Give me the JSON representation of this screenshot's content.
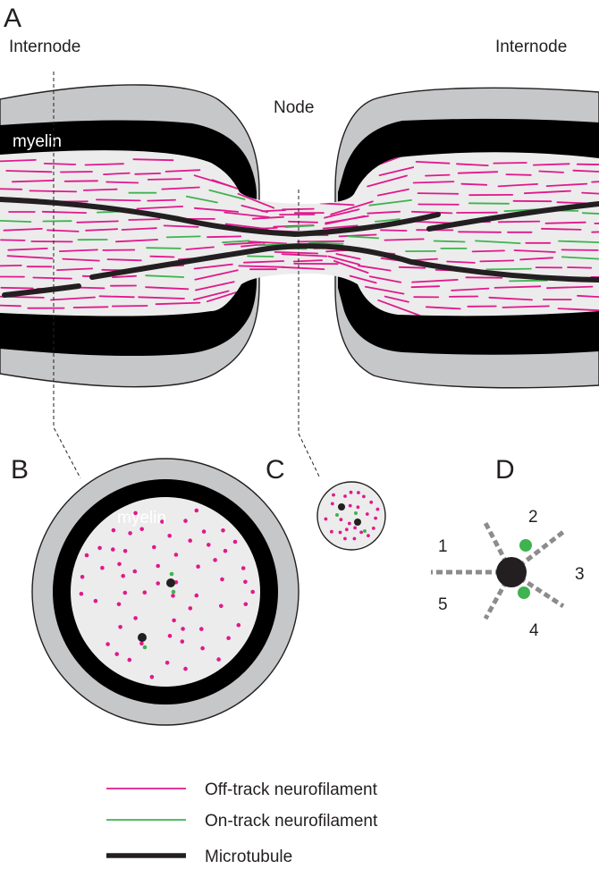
{
  "panels": {
    "a": "A",
    "b": "B",
    "c": "C",
    "d": "D"
  },
  "labels": {
    "internode_left": "Internode",
    "internode_right": "Internode",
    "node": "Node",
    "myelin_a": "myelin",
    "myelin_b": "myelin"
  },
  "panel_d": {
    "positions": [
      "1",
      "2",
      "3",
      "4",
      "5"
    ]
  },
  "legend": [
    {
      "label": "Off-track neurofilament",
      "color": "#e0198c"
    },
    {
      "label": "On-track neurofilament",
      "color": "#3fb34f"
    },
    {
      "label": "Microtubule",
      "color": "#231f20"
    }
  ],
  "colors": {
    "off_track": "#e0198c",
    "on_track": "#3fb34f",
    "microtubule": "#231f20",
    "myelin": "#000000",
    "outer_sheath": "#c6c7c9",
    "axoplasm": "#ececec",
    "crossbridge": "#8c8c8c"
  }
}
